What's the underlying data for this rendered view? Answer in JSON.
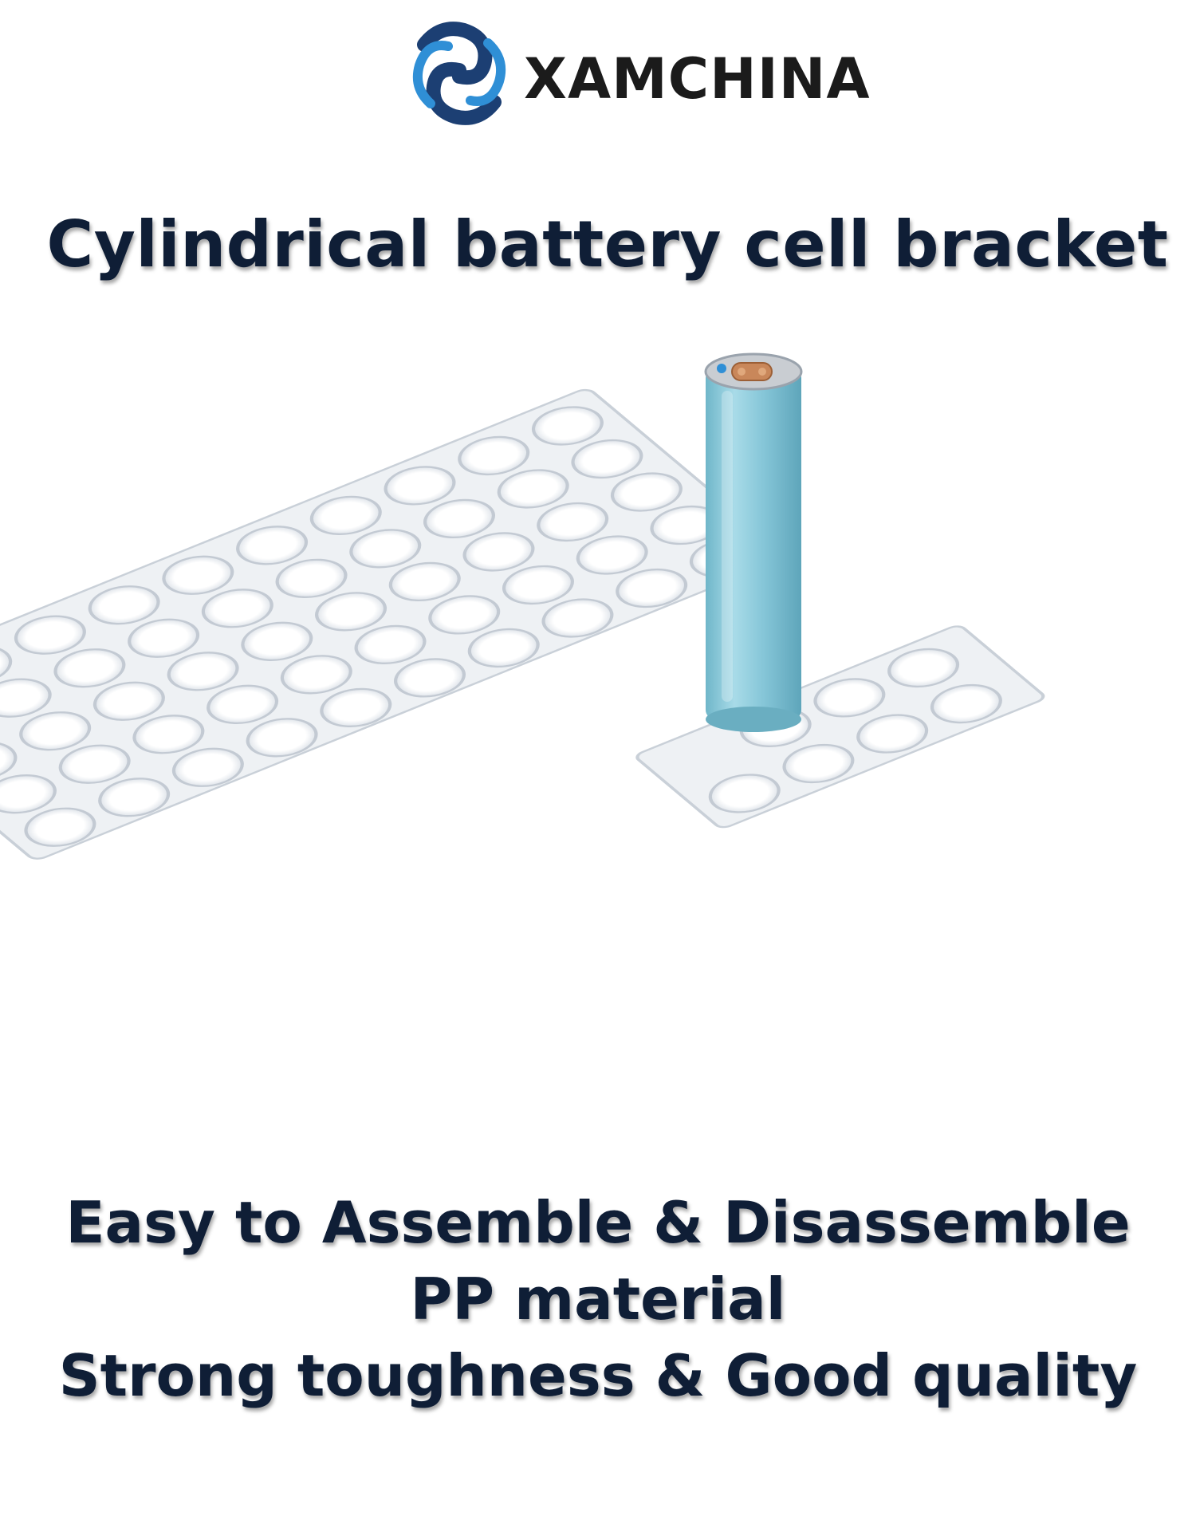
{
  "brand": {
    "name": "XAMCHINA",
    "logo_icon": "interlocking-knot-logo",
    "colors": {
      "primary": "#1c3f73",
      "accent": "#2f8fd6",
      "text": "#1b1b1b"
    }
  },
  "title": "Cylindrical battery cell bracket",
  "features": [
    "Easy to Assemble & Disassemble",
    "PP material",
    "Strong toughness & Good quality"
  ],
  "product_image": {
    "subject": "battery-holder-brackets-with-cell",
    "colors": {
      "bracket": "#eef1f4",
      "cell": "#86c6d8",
      "terminal": "#c9875a"
    }
  }
}
